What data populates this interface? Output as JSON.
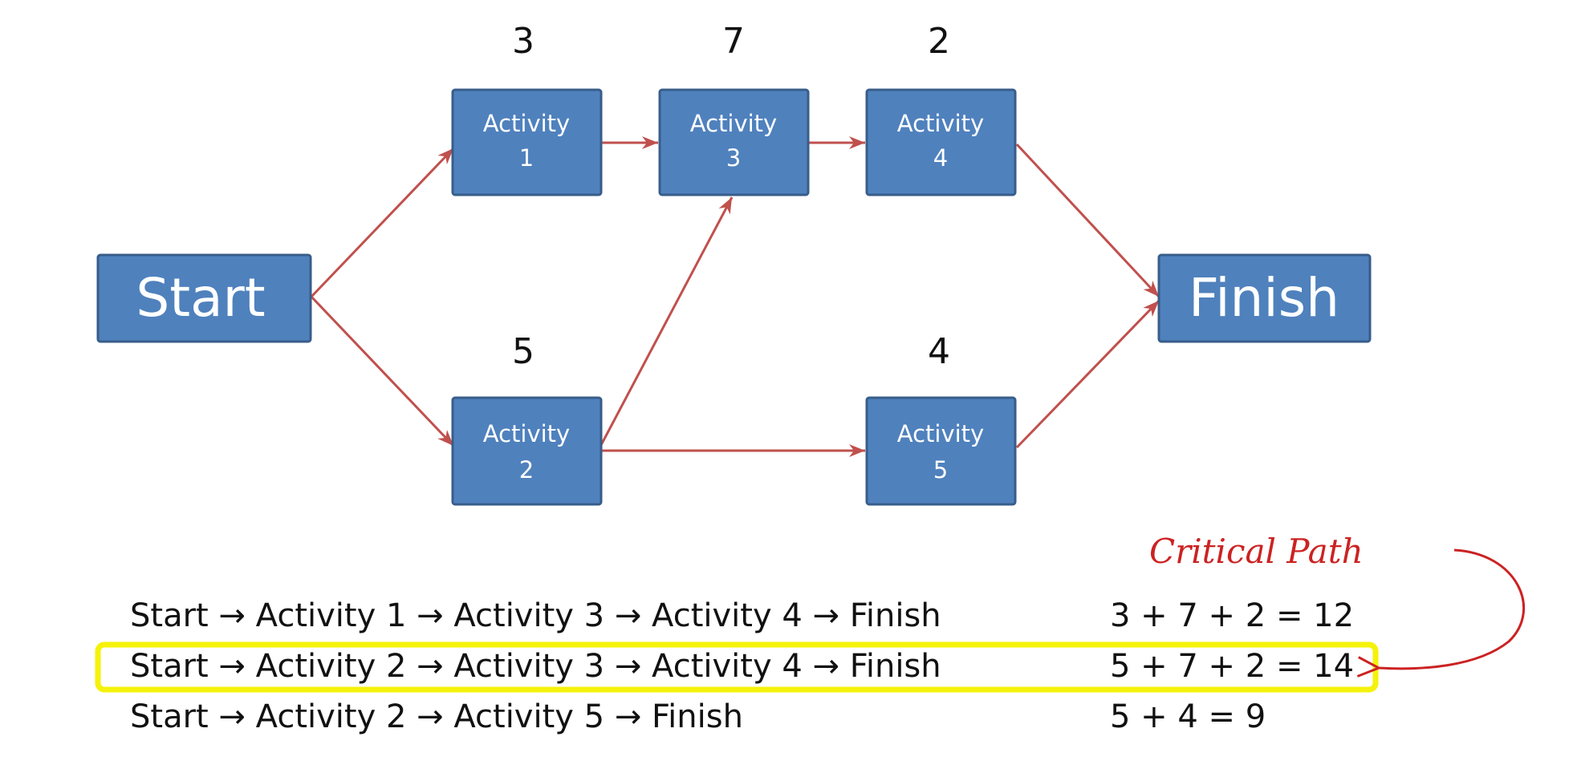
{
  "nodes": {
    "start": {
      "label": "Start"
    },
    "act1": {
      "line1": "Activity",
      "line2": "1",
      "duration": "3"
    },
    "act3": {
      "line1": "Activity",
      "line2": "3",
      "duration": "7"
    },
    "act4": {
      "line1": "Activity",
      "line2": "4",
      "duration": "2"
    },
    "act2": {
      "line1": "Activity",
      "line2": "2",
      "duration": "5"
    },
    "act5": {
      "line1": "Activity",
      "line2": "5",
      "duration": "4"
    },
    "finish": {
      "label": "Finish"
    }
  },
  "paths": [
    {
      "route": "Start → Activity 1 → Activity 3 → Activity 4 → Finish",
      "sum": "3 + 7 + 2 = 12"
    },
    {
      "route": "Start → Activity 2 → Activity 3 → Activity 4 → Finish",
      "sum": "5 + 7 + 2 = 14"
    },
    {
      "route": "Start → Activity 2 → Activity 5 → Finish",
      "sum": "5 + 4 = 9"
    }
  ],
  "critical_label": "Critical Path",
  "colors": {
    "node_fill": "#4f81bd",
    "arrow": "#c0504d",
    "highlight": "#f5f20a",
    "critical_text": "#cc2222"
  }
}
